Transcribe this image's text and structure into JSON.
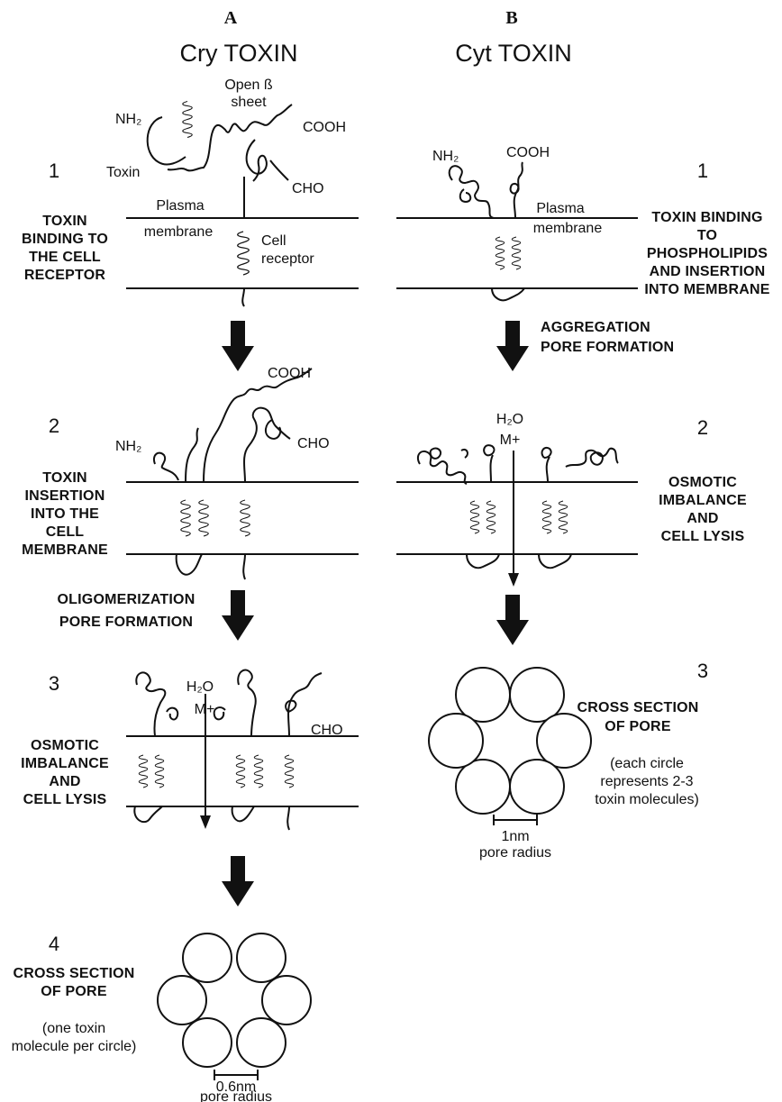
{
  "panels": {
    "a": {
      "letter": "A",
      "title": "Cry TOXIN",
      "steps": [
        {
          "number": "1",
          "caption": [
            "TOXIN",
            "BINDING TO",
            "THE CELL",
            "RECEPTOR"
          ]
        },
        {
          "number": "2",
          "caption": [
            "TOXIN",
            "INSERTION",
            "INTO THE",
            "CELL",
            "MEMBRANE"
          ]
        },
        {
          "number": "3",
          "caption": [
            "OSMOTIC",
            "IMBALANCE",
            "AND",
            "CELL LYSIS"
          ]
        },
        {
          "number": "4",
          "caption": [
            "CROSS SECTION",
            "OF PORE"
          ],
          "note": [
            "(one toxin",
            "molecule per circle)"
          ]
        }
      ],
      "transition_label": [
        "OLIGOMERIZATION",
        "PORE FORMATION"
      ],
      "structure_labels": {
        "nh2": "NH₂",
        "toxin": "Toxin",
        "open_b_sheet": [
          "Open ß",
          "sheet"
        ],
        "cooh": "COOH",
        "cho": "CHO",
        "plasma_membrane": [
          "Plasma",
          "membrane"
        ],
        "cell_receptor": [
          "Cell",
          "receptor"
        ],
        "h2o": "H₂O",
        "m_plus": "M+"
      },
      "scale": {
        "length": "0.6nm",
        "label": "pore radius"
      }
    },
    "b": {
      "letter": "B",
      "title": "Cyt TOXIN",
      "steps": [
        {
          "number": "1",
          "caption": [
            "TOXIN BINDING",
            "TO",
            "PHOSPHOLIPIDS",
            "AND INSERTION",
            "INTO MEMBRANE"
          ]
        },
        {
          "number": "2",
          "caption": [
            "OSMOTIC",
            "IMBALANCE",
            "AND",
            "CELL LYSIS"
          ]
        },
        {
          "number": "3",
          "caption": [
            "CROSS SECTION",
            "OF PORE"
          ],
          "note": [
            "(each circle",
            "represents 2-3",
            "toxin molecules)"
          ]
        }
      ],
      "transition_label": [
        "AGGREGATION",
        "PORE FORMATION"
      ],
      "structure_labels": {
        "nh2": "NH₂",
        "cooh": "COOH",
        "plasma_membrane": [
          "Plasma",
          "membrane"
        ],
        "h2o": "H₂O",
        "m_plus": "M+"
      },
      "scale": {
        "length": "1nm",
        "label": "pore radius"
      }
    }
  }
}
